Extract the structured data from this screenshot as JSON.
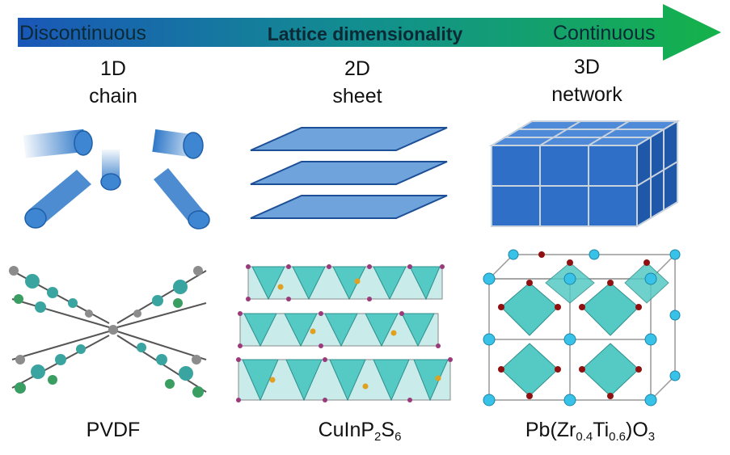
{
  "arrow": {
    "left_label": "Discontinuous",
    "center_label": "Lattice dimensionality",
    "right_label": "Continuous",
    "gradient_start": "#1a57b8",
    "gradient_end": "#15b24a"
  },
  "columns": [
    {
      "dimension": "1D",
      "type": "chain",
      "material_text": "PVDF"
    },
    {
      "dimension": "2D",
      "type": "sheet",
      "material_main": "CuInP",
      "sub1": "2",
      "mid": "S",
      "sub2": "6"
    },
    {
      "dimension": "3D",
      "type": "network",
      "p1": "Pb(Zr",
      "s1": "0.4",
      "p2": "Ti",
      "s2": "0.6",
      "p3": ")O",
      "s3": "3"
    }
  ],
  "colors": {
    "tube_blue": "#3f86d2",
    "sheet_blue": "#5f97d4",
    "cube_blue": "#2f6fc8",
    "teal_atom": "#3aa5a0",
    "green_atom": "#3a9e63",
    "grey_atom": "#8c8c8c",
    "octahedron": "#55c9c4",
    "cyan_atom": "#38c2e8",
    "red_atom": "#8f1010"
  }
}
